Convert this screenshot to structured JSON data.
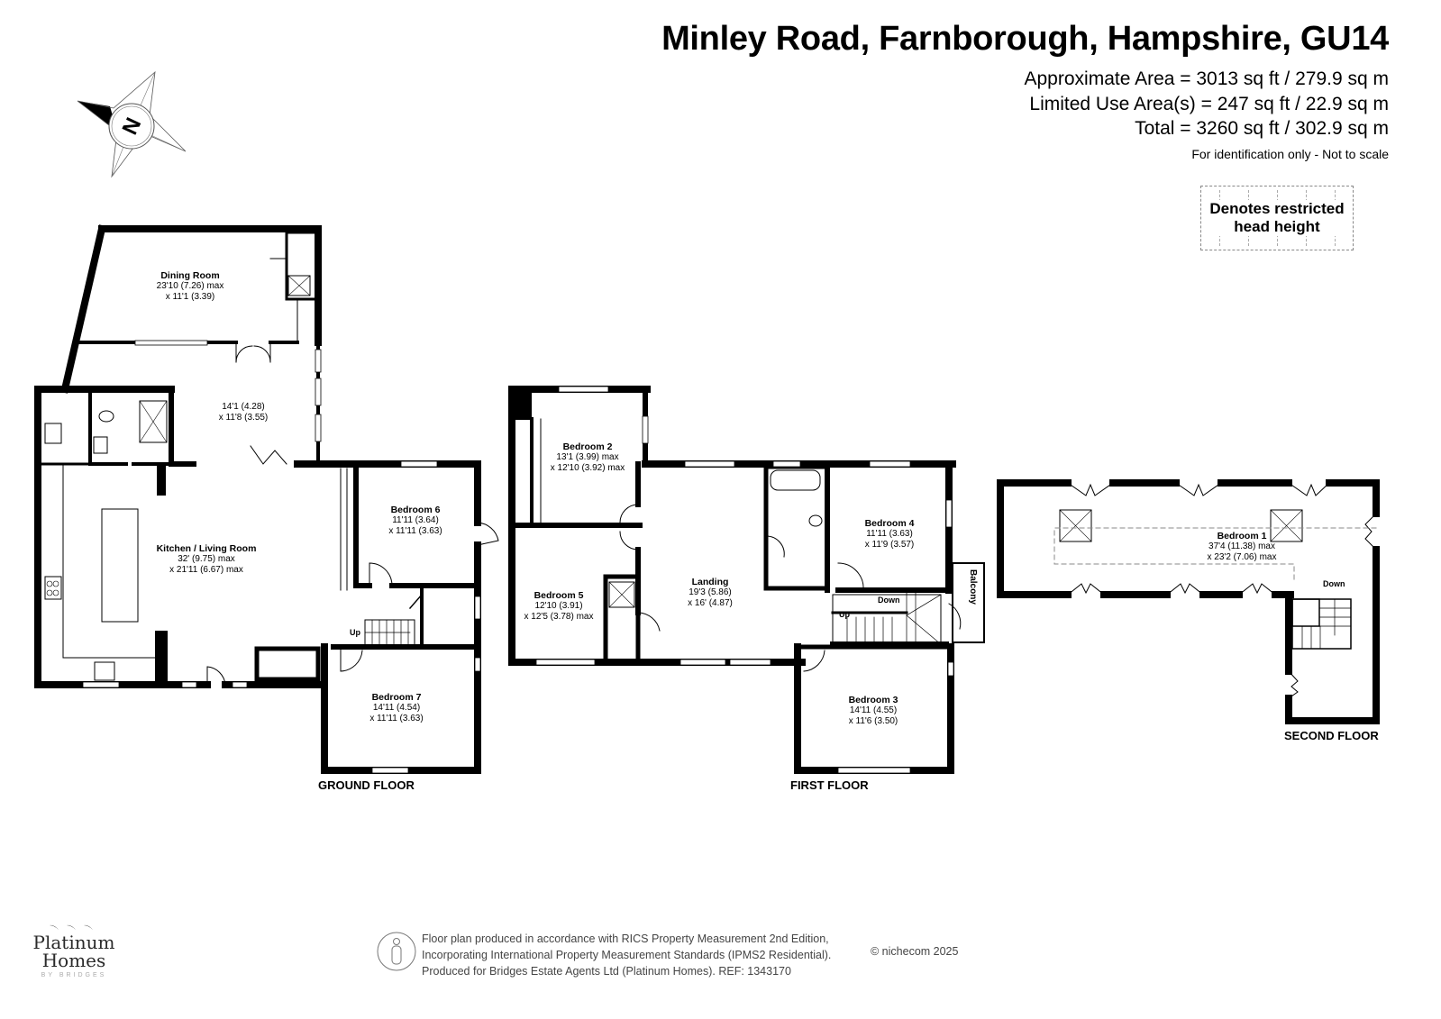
{
  "header": {
    "title": "Minley Road, Farnborough, Hampshire, GU14",
    "approx_area": "Approximate Area = 3013 sq ft / 279.9 sq m",
    "limited_use_area": "Limited Use Area(s) = 247 sq ft / 22.9 sq m",
    "total": "Total = 3260 sq ft / 302.9 sq m",
    "disclaimer": "For identification only - Not to scale"
  },
  "legend": {
    "line1": "Denotes restricted",
    "line2": "head height"
  },
  "compass": {
    "label": "N",
    "icon": "north-compass-icon"
  },
  "floors": {
    "ground": {
      "label": "GROUND FLOOR",
      "rooms": [
        {
          "name": "Dining Room",
          "dim1": "23'10 (7.26) max",
          "dim2": "x 11'1 (3.39)"
        },
        {
          "name": "",
          "dim1": "14'1 (4.28)",
          "dim2": "x 11'8 (3.55)"
        },
        {
          "name": "Kitchen / Living Room",
          "dim1": "32' (9.75) max",
          "dim2": "x 21'11 (6.67) max"
        },
        {
          "name": "Bedroom 6",
          "dim1": "11'11 (3.64)",
          "dim2": "x 11'11 (3.63)"
        },
        {
          "name": "Bedroom 7",
          "dim1": "14'11 (4.54)",
          "dim2": "x 11'11 (3.63)"
        }
      ],
      "stair_label": "Up"
    },
    "first": {
      "label": "FIRST FLOOR",
      "rooms": [
        {
          "name": "Bedroom 2",
          "dim1": "13'1 (3.99) max",
          "dim2": "x 12'10 (3.92) max"
        },
        {
          "name": "Bedroom 5",
          "dim1": "12'10 (3.91)",
          "dim2": "x 12'5 (3.78) max"
        },
        {
          "name": "Landing",
          "dim1": "19'3 (5.86)",
          "dim2": "x 16' (4.87)"
        },
        {
          "name": "Bedroom 4",
          "dim1": "11'11 (3.63)",
          "dim2": "x 11'9 (3.57)"
        },
        {
          "name": "Bedroom 3",
          "dim1": "14'11 (4.55)",
          "dim2": "x 11'6 (3.50)"
        }
      ],
      "stair_up": "Up",
      "stair_down": "Down",
      "balcony": "Balcony"
    },
    "second": {
      "label": "SECOND FLOOR",
      "rooms": [
        {
          "name": "Bedroom 1",
          "dim1": "37'4 (11.38) max",
          "dim2": "x 23'2 (7.06) max"
        }
      ],
      "stair_down": "Down"
    }
  },
  "footer": {
    "line1": "Floor plan produced in accordance with RICS Property Measurement 2nd Edition,",
    "line2": "Incorporating International Property Measurement Standards (IPMS2 Residential).",
    "line3": "Produced for Bridges Estate Agents Ltd (Platinum Homes).   REF: 1343170",
    "copyright": "© nichecom 2025"
  },
  "logo": {
    "line1": "Platinum",
    "line2": "Homes",
    "line3": "BY BRIDGES"
  }
}
